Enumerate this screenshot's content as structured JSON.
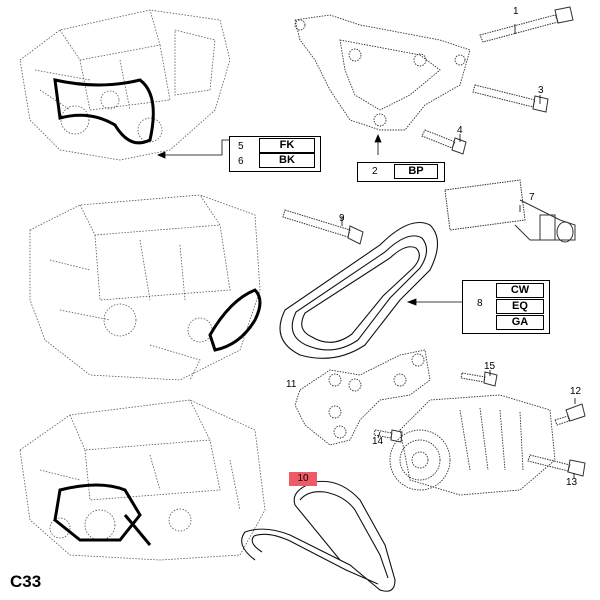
{
  "page_code": "C33",
  "callouts": {
    "n1": "1",
    "n2": "2",
    "n3": "3",
    "n4": "4",
    "n5": "5",
    "n6": "6",
    "n7": "7",
    "n8": "8",
    "n9": "9",
    "n10": "10",
    "n11": "11",
    "n12": "12",
    "n13": "13",
    "n14": "14",
    "n15": "15"
  },
  "codes": {
    "fk": "FK",
    "bk": "BK",
    "bp": "BP",
    "cw": "CW",
    "eq": "EQ",
    "ga": "GA"
  },
  "colors": {
    "highlight": "#ee5b67",
    "line": "#000000",
    "sketch": "#555555"
  }
}
